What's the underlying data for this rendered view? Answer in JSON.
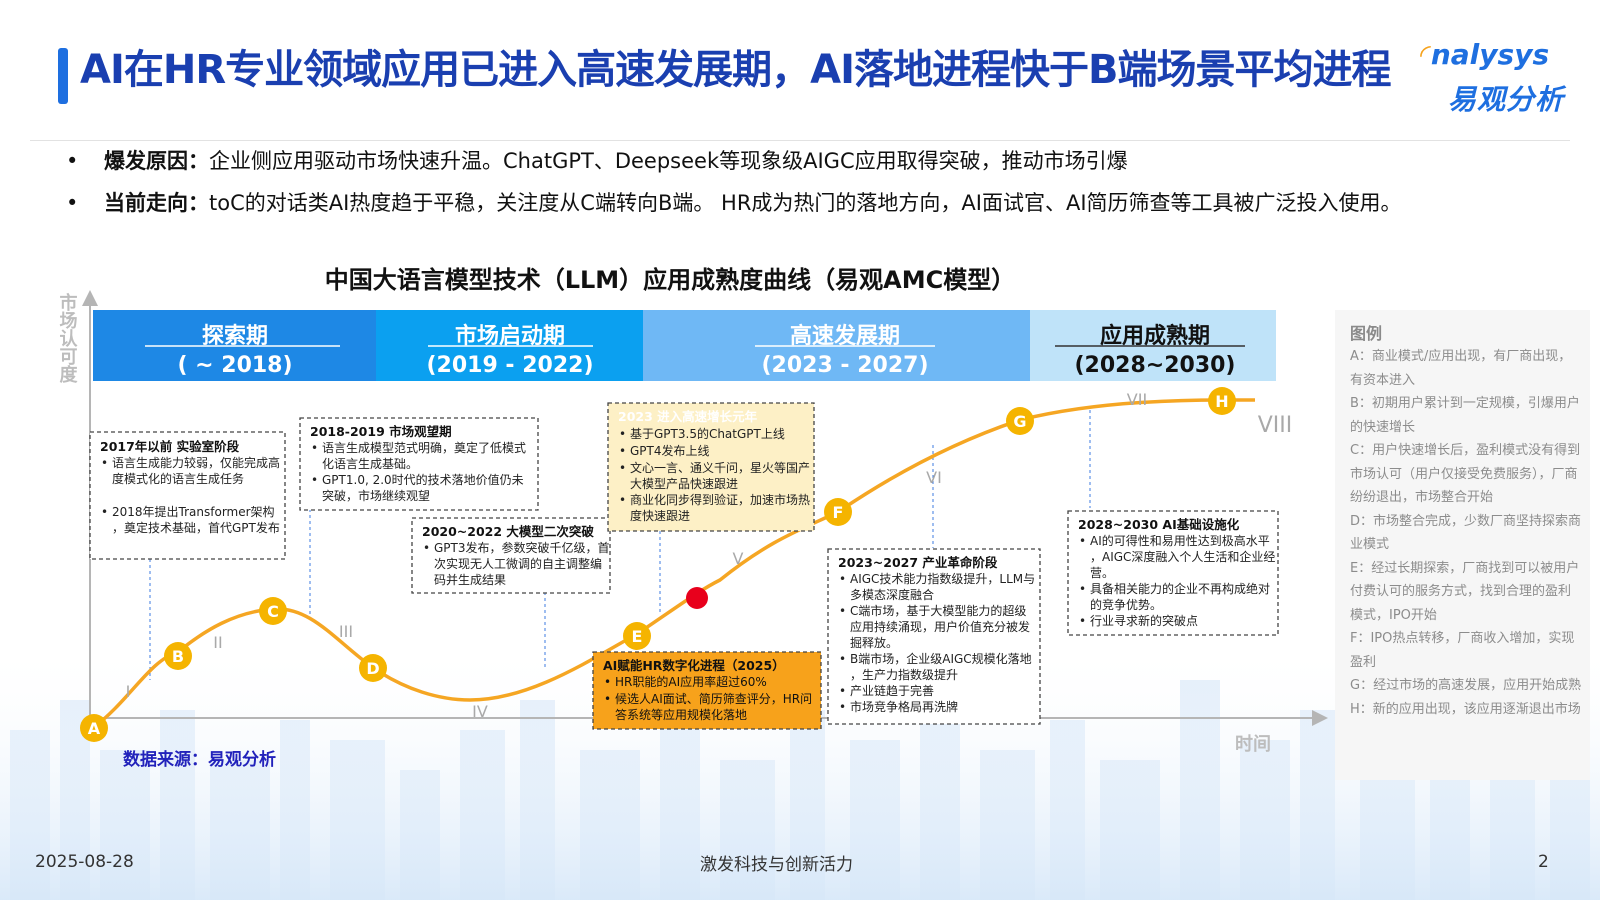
{
  "header": {
    "title": "AI在HR专业领域应用已进入高速发展期，AI落地进程快于B端场景平均进程",
    "logo_en": "nalysys",
    "logo_cn": "易观分析"
  },
  "bullets": [
    {
      "label": "爆发原因：",
      "text": "企业侧应用驱动市场快速升温。ChatGPT、Deepseek等现象级AIGC应用取得突破，推动市场引爆"
    },
    {
      "label": "当前走向：",
      "text": "toC的对话类AI热度趋于平稳，关注度从C端转向B端。 HR成为热门的落地方向，AI面试官、AI简历筛查等工具被广泛投入使用。"
    }
  ],
  "chart": {
    "title": "中国大语言模型技术（LLM）应用成熟度曲线（易观AMC模型）",
    "y_label": "市场认可度",
    "x_label": "时间",
    "phases": [
      {
        "name": "探索期",
        "period": "( ~ 2018)",
        "color": "#1e88e5"
      },
      {
        "name": "市场启动期",
        "period": "(2019 - 2022)",
        "color": "#0ba0f0"
      },
      {
        "name": "高速发展期",
        "period": "(2023 - 2027)",
        "color": "#6fb8f5"
      },
      {
        "name": "应用成熟期",
        "period": "(2028~2030)",
        "color": "#bfe3f9"
      }
    ],
    "points": [
      "A",
      "B",
      "C",
      "D",
      "E",
      "F",
      "G",
      "H"
    ],
    "roman": [
      "I",
      "II",
      "III",
      "IV",
      "V",
      "VI",
      "VII",
      "VIII"
    ],
    "annotations": [
      {
        "title": "2017年以前 实验室阶段",
        "items": [
          "语言生成能力较弱，仅能完成高度模式化的语言生成任务",
          "2018年提出Transformer架构，奠定技术基础，首代GPT发布"
        ]
      },
      {
        "title": "2018-2019 市场观望期",
        "items": [
          "语言生成模型范式明确，奠定了低模式化语言生成基础。",
          "GPT1.0, 2.0时代的技术落地价值仍未突破，市场继续观望"
        ]
      },
      {
        "title": "2020~2022 大模型二次突破",
        "items": [
          "GPT3发布，参数突破千亿级，首次实现无人工微调的自主调整编码并生成结果"
        ]
      },
      {
        "title": "2023 进入高速增长元年",
        "items": [
          "基于GPT3.5的ChatGPT上线",
          "GPT4发布上线",
          "文心一言、通义千问，星火等国产大模型产品快速跟进",
          "商业化同步得到验证，加速市场热度快速跟进"
        ]
      },
      {
        "title": "AI赋能HR数字化进程（2025）",
        "items": [
          "HR职能的AI应用率超过60%",
          "候选人AI面试、简历筛查评分，HR问答系统等应用规模化落地"
        ]
      },
      {
        "title": "2023~2027 产业革命阶段",
        "items": [
          "AIGC技术能力指数级提升，LLM与多模态深度融合",
          "C端市场，基于大模型能力的超级应用持续涌现，用户价值充分被发掘释放。",
          "B端市场，企业级AIGC规模化落地，生产力指数级提升",
          "产业链趋于完善",
          "市场竞争格局再洗牌"
        ]
      },
      {
        "title": "2028~2030 AI基础设施化",
        "items": [
          "AI的可得性和易用性达到极高水平，AIGC深度融入个人生活和企业经营。",
          "具备相关能力的企业不再构成绝对的竞争优势。",
          "行业寻求新的突破点"
        ]
      }
    ]
  },
  "legend": {
    "title": "图例",
    "items": [
      "A：商业模式/应用出现，有厂商出现，有资本进入",
      "B：初期用户累计到一定规模，引爆用户的快速增长",
      "C：用户快速增长后，盈利模式没有得到市场认可（用户仅接受免费服务），厂商纷纷退出，市场整合开始",
      "D：市场整合完成，少数厂商坚持探索商业模式",
      "E：经过长期探索，厂商找到可以被用户付费认可的服务方式，找到合理的盈利模式，IPO开始",
      "F：IPO热点转移，厂商收入增加，实现盈利",
      "G：经过市场的高速发展，应用开始成熟",
      "H：新的应用出现，该应用逐渐退出市场"
    ]
  },
  "footer": {
    "source": "数据来源：易观分析",
    "date": "2025-08-28",
    "slogan": "激发科技与创新活力",
    "page": "2"
  },
  "colors": {
    "title": "#1a3fb0",
    "accent": "#1e6fe0",
    "curve": "#f5a623",
    "highlight_box": "#f7a21b",
    "red_dot": "#e8001c"
  }
}
